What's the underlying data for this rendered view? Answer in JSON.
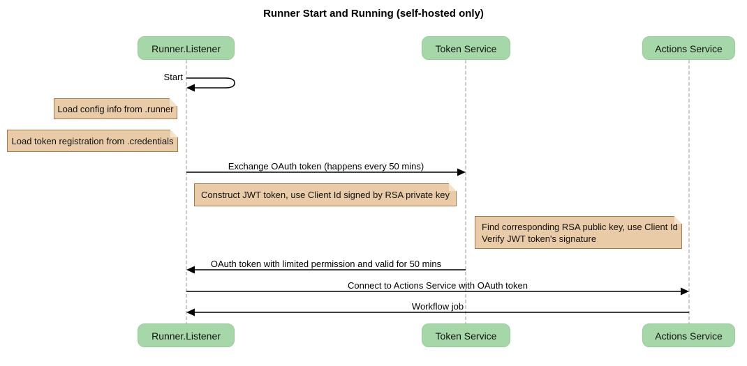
{
  "title": "Runner Start and Running (self-hosted only)",
  "participants": [
    {
      "id": "runner-listener",
      "label": "Runner.Listener"
    },
    {
      "id": "token-service",
      "label": "Token Service"
    },
    {
      "id": "actions-service",
      "label": "Actions Service"
    }
  ],
  "messages": [
    {
      "from": "runner-listener",
      "to": "runner-listener",
      "type": "self",
      "label": "Start"
    },
    {
      "from": "runner-listener",
      "to": "token-service",
      "type": "arrow",
      "label": "Exchange OAuth token (happens every 50 mins)"
    },
    {
      "from": "token-service",
      "to": "runner-listener",
      "type": "arrow",
      "label": "OAuth token with limited permission and valid for 50 mins"
    },
    {
      "from": "runner-listener",
      "to": "actions-service",
      "type": "arrow",
      "label": "Connect to Actions Service with OAuth token"
    },
    {
      "from": "actions-service",
      "to": "runner-listener",
      "type": "arrow",
      "label": "Workflow job"
    }
  ],
  "notes": [
    {
      "position": "left of runner-listener",
      "lines": [
        "Load config info from .runner"
      ]
    },
    {
      "position": "left of runner-listener",
      "lines": [
        "Load token registration from .credentials"
      ]
    },
    {
      "position": "right of runner-listener",
      "lines": [
        "Construct JWT token, use Client Id signed by RSA private key"
      ]
    },
    {
      "position": "left of actions-service",
      "lines": [
        "Find corresponding RSA public key, use Client Id",
        "Verify JWT token's signature"
      ]
    }
  ],
  "colors": {
    "background": "#FFFFFF",
    "text": "#000000",
    "participant_fill": "#A6D7A8",
    "participant_border": "#96CB98",
    "note_fill": "#E9CBA7",
    "note_border": "#A5794C",
    "note_fold": "#F2E4CC",
    "lifeline": "#999999",
    "arrow": "#000000"
  }
}
